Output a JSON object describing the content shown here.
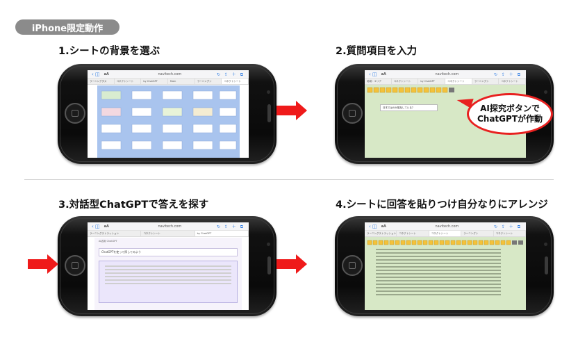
{
  "badge": {
    "label": "iPhone限定動作"
  },
  "steps": [
    {
      "title": "1.シートの背景を選ぶ"
    },
    {
      "title": "2.質問項目を入力"
    },
    {
      "title": "3.対話型ChatGPTで答えを探す"
    },
    {
      "title": "4.シートに回答を貼りつけ自分なりにアレンジ"
    }
  ],
  "browser": {
    "url": "navitech.com",
    "aa": "aA",
    "nav": "‹  ◫",
    "tools": "↻ ⇪ ＋ ⧉"
  },
  "screen1": {
    "tabs": [
      "ラーニングタス",
      "コネクトシート",
      "by ChatGPT",
      "Main",
      "ラーニングシ",
      "コネクトシート"
    ]
  },
  "screen2": {
    "tabs": [
      "地域・エリア",
      "コネクトシート",
      "by ChatGPT",
      "コネクトシート",
      "ラーニングシ",
      "コネクトシート"
    ],
    "question": "日本ではAIが普及している？",
    "callout": [
      "AI探究ボタンで",
      "ChatGPTが作動"
    ]
  },
  "screen3": {
    "tabs": [
      "ラーニングストラッション",
      "コネクトシート",
      "by ChatGPT"
    ],
    "prompt": "ChatGPTを使って探してみよう",
    "tags": "AI活用 ChatGPT"
  },
  "screen4": {
    "tabs": [
      "ラーニングストラッション",
      "コネクトシート",
      "コネクトシート",
      "ラーニングシ",
      "コネクトシート"
    ]
  }
}
